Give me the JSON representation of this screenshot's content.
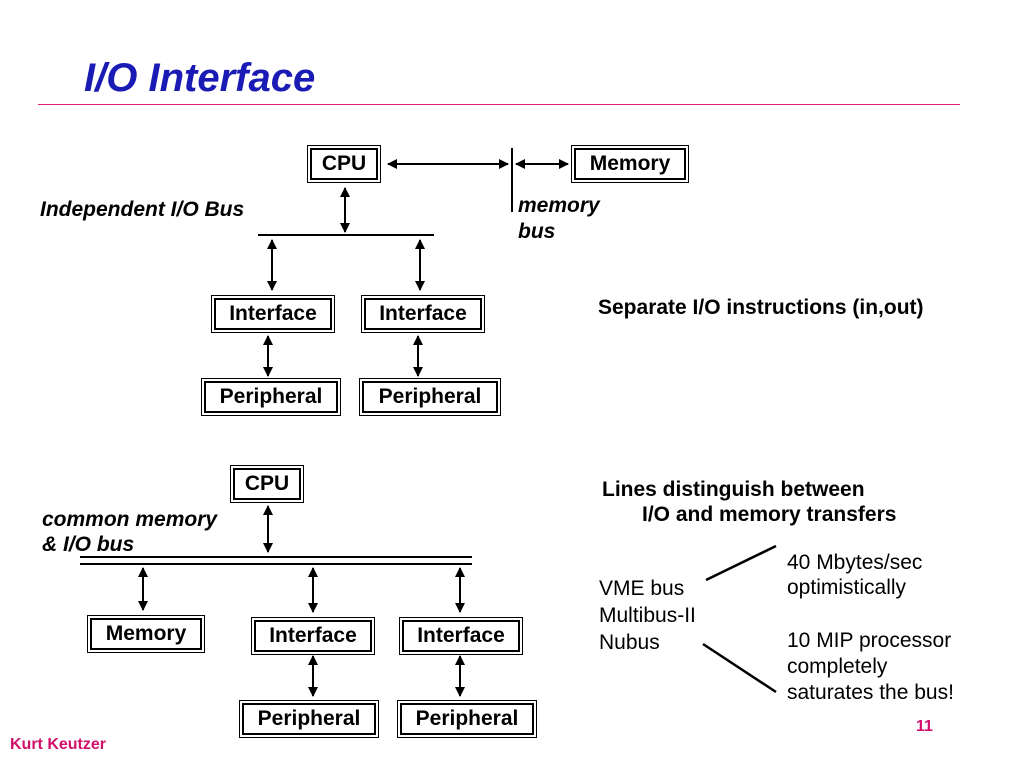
{
  "slide": {
    "title": "I/O Interface",
    "author": "Kurt Keutzer",
    "page_number": "11"
  },
  "top_diagram": {
    "cpu": "CPU",
    "memory": "Memory",
    "bus_label": "Independent I/O Bus",
    "memory_bus_label_line1": "memory",
    "memory_bus_label_line2": "bus",
    "interface_1": "Interface",
    "interface_2": "Interface",
    "peripheral_1": "Peripheral",
    "peripheral_2": "Peripheral",
    "note": "Separate I/O instructions (in,out)"
  },
  "bottom_diagram": {
    "cpu": "CPU",
    "bus_label_line1": "common memory",
    "bus_label_line2": "& I/O bus",
    "memory": "Memory",
    "interface_1": "Interface",
    "interface_2": "Interface",
    "peripheral_1": "Peripheral",
    "peripheral_2": "Peripheral"
  },
  "notes": {
    "lines_line1": "Lines distinguish between",
    "lines_line2": "I/O and memory transfers",
    "bus_list": [
      "VME bus",
      "Multibus-II",
      "Nubus"
    ],
    "speed_line1": "40 Mbytes/sec",
    "speed_line2": "optimistically",
    "sat_line1": "10 MIP processor",
    "sat_line2": "completely",
    "sat_line3": "saturates the bus!"
  }
}
